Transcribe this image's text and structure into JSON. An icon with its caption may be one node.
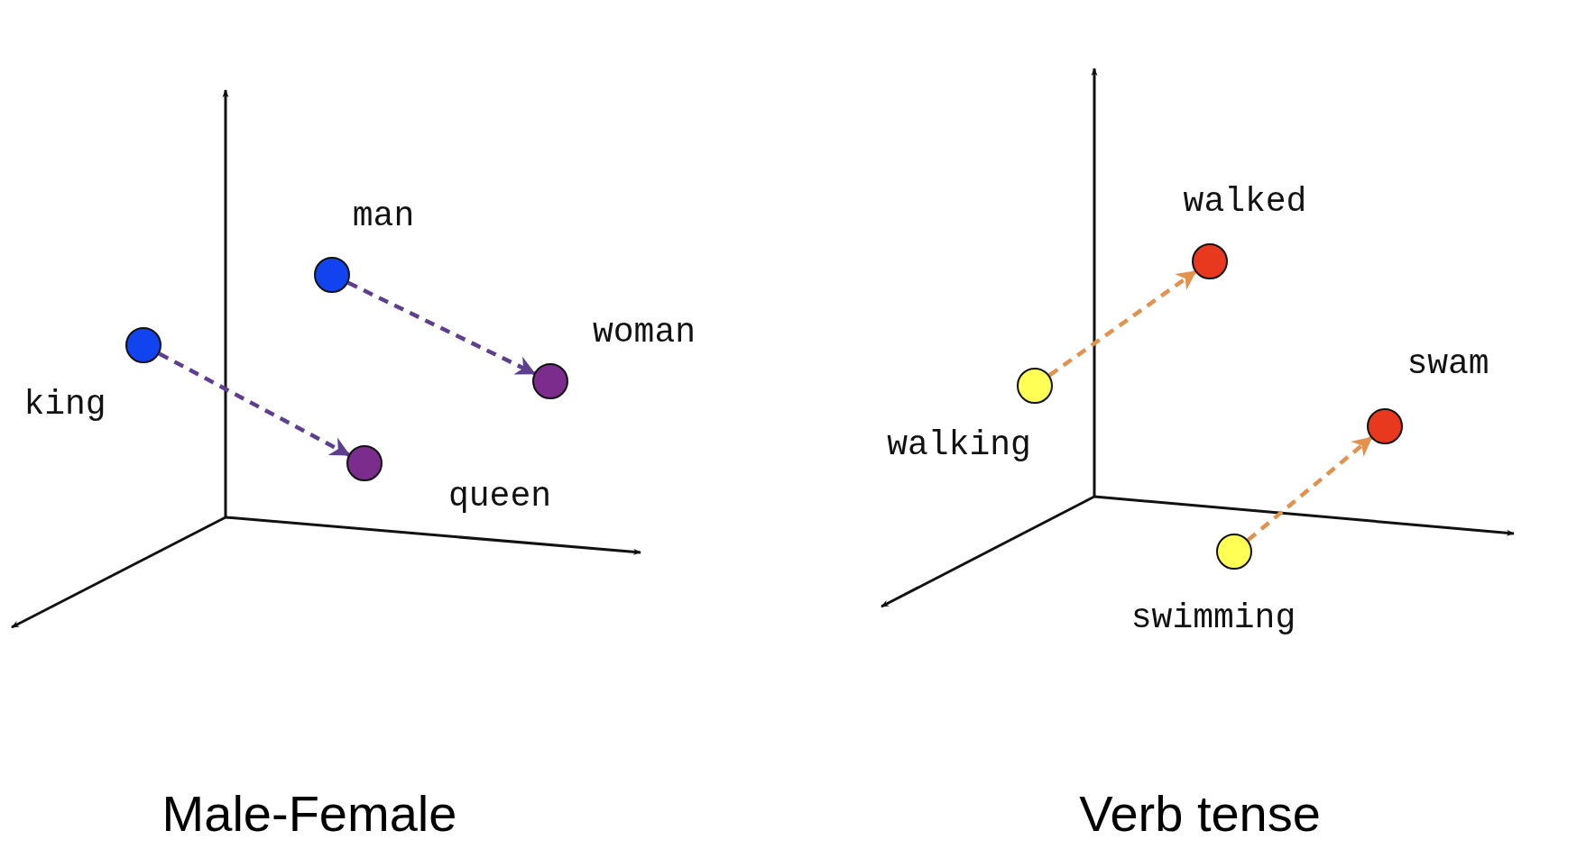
{
  "diagram": {
    "nodes": [
      {
        "text": [],
        "shape": "circle",
        "beside": [
          "king"
        ]
      },
      {
        "text": [],
        "shape": "circle",
        "beside": [
          "man"
        ]
      },
      {
        "text": [],
        "shape": "circle",
        "beside": [
          "woman"
        ]
      },
      {
        "text": [],
        "shape": "circle",
        "beside": [
          "queen"
        ]
      },
      {
        "text": [],
        "shape": "circle",
        "beside": [
          "walking"
        ]
      },
      {
        "text": [],
        "shape": "circle",
        "beside": [
          "walked"
        ]
      },
      {
        "text": [],
        "shape": "circle",
        "beside": [
          "swam"
        ]
      },
      {
        "text": [],
        "shape": "circle",
        "beside": [
          "swimming"
        ]
      }
    ],
    "edges": [
      {
        "from": 0,
        "to": 3,
        "arrow": "to",
        "style": "dashed",
        "color": "#5e3f8f"
      },
      {
        "from": 1,
        "to": 2,
        "arrow": "to",
        "style": "dashed",
        "color": "#5e3f8f"
      },
      {
        "from": 4,
        "to": 5,
        "arrow": "to",
        "style": "dashed",
        "color": "#e2924c"
      },
      {
        "from": 7,
        "to": 6,
        "arrow": "to",
        "style": "dashed",
        "color": "#e2924c"
      }
    ],
    "labels": [
      "Male-Female",
      "Verb tense"
    ]
  }
}
